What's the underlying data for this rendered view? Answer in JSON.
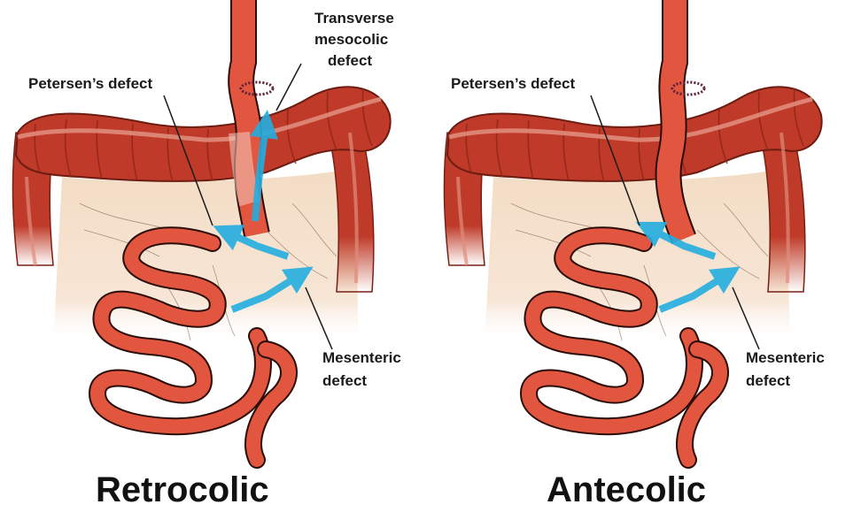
{
  "colors": {
    "colon": "#bf3a28",
    "colon_dark": "#8e2418",
    "bowel": "#e2553f",
    "bowel_outline": "#2b0d08",
    "mesentery": "#f5e0cb",
    "arrow": "#23aee0"
  },
  "panels": [
    {
      "title": "Retrocolic",
      "labels": {
        "transverse_mesocolic_line1": "Transverse",
        "transverse_mesocolic_line2": "mesocolic",
        "transverse_mesocolic_line3": "defect",
        "petersens": "Petersen’s defect",
        "mesenteric_line1": "Mesenteric",
        "mesenteric_line2": "defect"
      }
    },
    {
      "title": "Antecolic",
      "labels": {
        "petersens": "Petersen’s defect",
        "mesenteric_line1": "Mesenteric",
        "mesenteric_line2": "defect"
      }
    }
  ]
}
